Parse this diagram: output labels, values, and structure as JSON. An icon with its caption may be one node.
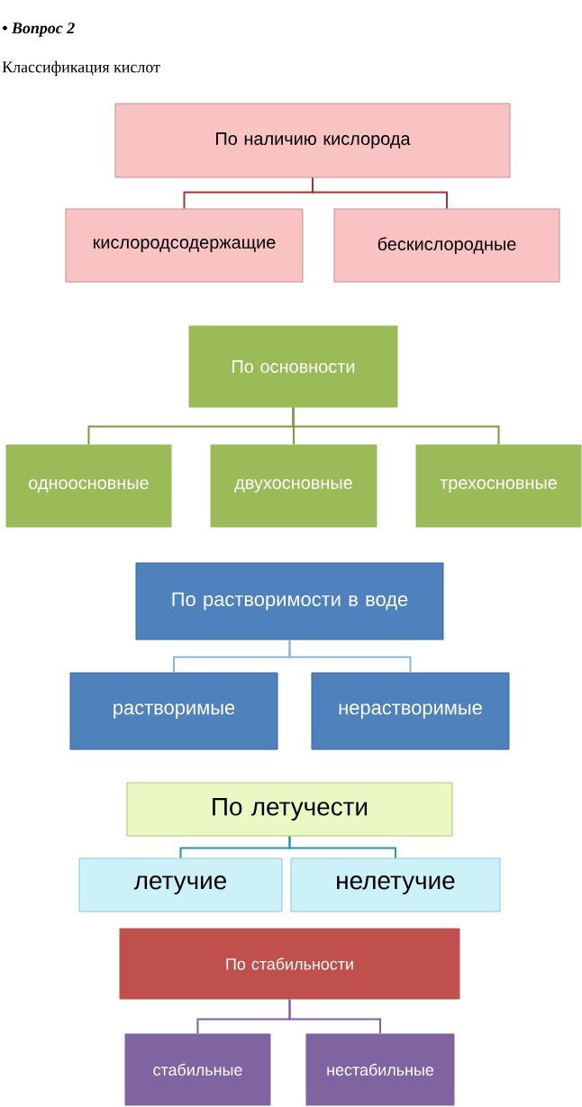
{
  "diagram": {
    "nodes": [
      {
        "text": [
          "По наличию кислорода"
        ]
      },
      {
        "text": [
          "кислородсодержащие"
        ]
      },
      {
        "text": [
          "бескислородные"
        ]
      },
      {
        "text": [
          "По основности"
        ]
      },
      {
        "text": [
          "одноосновные"
        ]
      },
      {
        "text": [
          "двухосновные"
        ]
      },
      {
        "text": [
          "трехосновные"
        ]
      },
      {
        "text": [
          "По растворимости в воде"
        ]
      },
      {
        "text": [
          "растворимые"
        ]
      },
      {
        "text": [
          "нерастворимые"
        ]
      },
      {
        "text": [
          "По летучести"
        ]
      },
      {
        "text": [
          "летучие"
        ]
      },
      {
        "text": [
          "нелетучие"
        ]
      },
      {
        "text": [
          "По стабильности"
        ]
      },
      {
        "text": [
          "стабильные"
        ]
      },
      {
        "text": [
          "нестабильные"
        ]
      }
    ],
    "edges": [
      {
        "from": 0,
        "to": 1,
        "arrow": "none",
        "color": "#a83232"
      },
      {
        "from": 0,
        "to": 2,
        "arrow": "none",
        "color": "#a83232"
      },
      {
        "from": 3,
        "to": 4,
        "arrow": "none",
        "color": "#7a9a40"
      },
      {
        "from": 3,
        "to": 5,
        "arrow": "none",
        "color": "#7a9a40"
      },
      {
        "from": 3,
        "to": 6,
        "arrow": "none",
        "color": "#7a9a40"
      },
      {
        "from": 7,
        "to": 8,
        "arrow": "none",
        "color": "#8fb4d8"
      },
      {
        "from": 7,
        "to": 9,
        "arrow": "none",
        "color": "#8fb4d8"
      },
      {
        "from": 10,
        "to": 11,
        "arrow": "none",
        "color": "#2f8fb0"
      },
      {
        "from": 10,
        "to": 12,
        "arrow": "none",
        "color": "#2f8fb0"
      },
      {
        "from": 13,
        "to": 14,
        "arrow": "none",
        "color": "#8060a0"
      },
      {
        "from": 13,
        "to": 15,
        "arrow": "none",
        "color": "#8060a0"
      }
    ],
    "labels": [
      "• Вопрос 2",
      "Классификация кислот"
    ]
  }
}
